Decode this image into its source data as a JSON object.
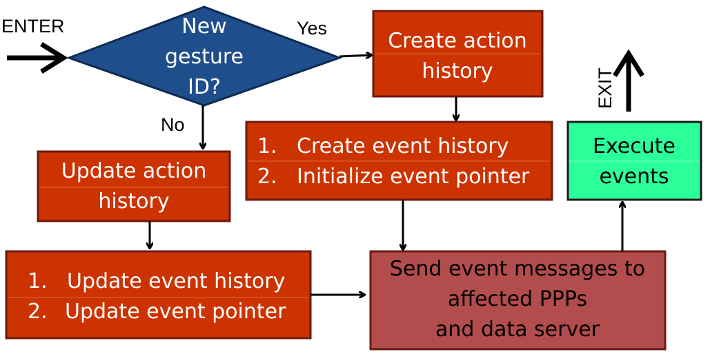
{
  "labels": {
    "enter": "ENTER",
    "exit": "EXIT",
    "yes": "Yes",
    "no": "No"
  },
  "decision": {
    "lines": [
      "New",
      "gesture",
      "ID?"
    ]
  },
  "boxes": {
    "create_action": {
      "lines": [
        "Create action",
        "history"
      ]
    },
    "create_event": {
      "items": [
        {
          "num": "1.",
          "text": "Create event history"
        },
        {
          "num": "2.",
          "text": "Initialize event pointer"
        }
      ]
    },
    "update_action": {
      "lines": [
        "Update action",
        "history"
      ]
    },
    "update_event": {
      "items": [
        {
          "num": "1.",
          "text": "Update event history"
        },
        {
          "num": "2.",
          "text": "Update event pointer"
        }
      ]
    },
    "send": {
      "lines": [
        "Send event messages to",
        "affected PPPs",
        "and data server"
      ]
    },
    "execute": {
      "lines": [
        "Execute",
        "events"
      ]
    }
  },
  "colors": {
    "decision_fill": "#1f4e8c",
    "decision_stroke": "#0e2a52",
    "box_fill": "#cc3300",
    "box_stroke": "#6b1a10",
    "send_fill": "#b34d4d",
    "execute_fill": "#2aff9a",
    "execute_stroke": "#1a1a1a"
  }
}
